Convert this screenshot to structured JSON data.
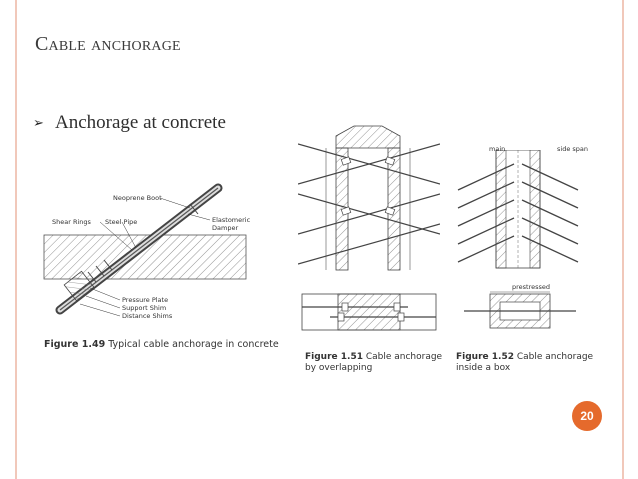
{
  "slide": {
    "title": "Cable anchorage",
    "bullet_glyph": "➢",
    "bullet_text": "Anchorage at concrete",
    "page_number": "20"
  },
  "figure_149": {
    "labels": {
      "neoprene_boot": "Neoprene Boot",
      "shear_rings": "Shear Rings",
      "steel_pipe": "Steel Pipe",
      "elastomeric": "Elastomeric",
      "damper": "Damper",
      "pressure_plate": "Pressure Plate",
      "support_shim": "Support Shim",
      "distance_shims": "Distance Shims"
    },
    "caption_num": "Figure 1.49",
    "caption_text": "Typical cable anchorage in concrete"
  },
  "figure_151": {
    "caption_num": "Figure 1.51",
    "caption_line1": "Cable anchorage",
    "caption_line2": "by overlapping"
  },
  "figure_152": {
    "labels": {
      "main": "main",
      "side_span": "side span",
      "prestressed": "prestressed"
    },
    "caption_num": "Figure 1.52",
    "caption_line1": "Cable anchorage",
    "caption_line2": "inside a box"
  },
  "colors": {
    "accent_border": "#f1c8ba",
    "badge": "#e56a2c"
  }
}
